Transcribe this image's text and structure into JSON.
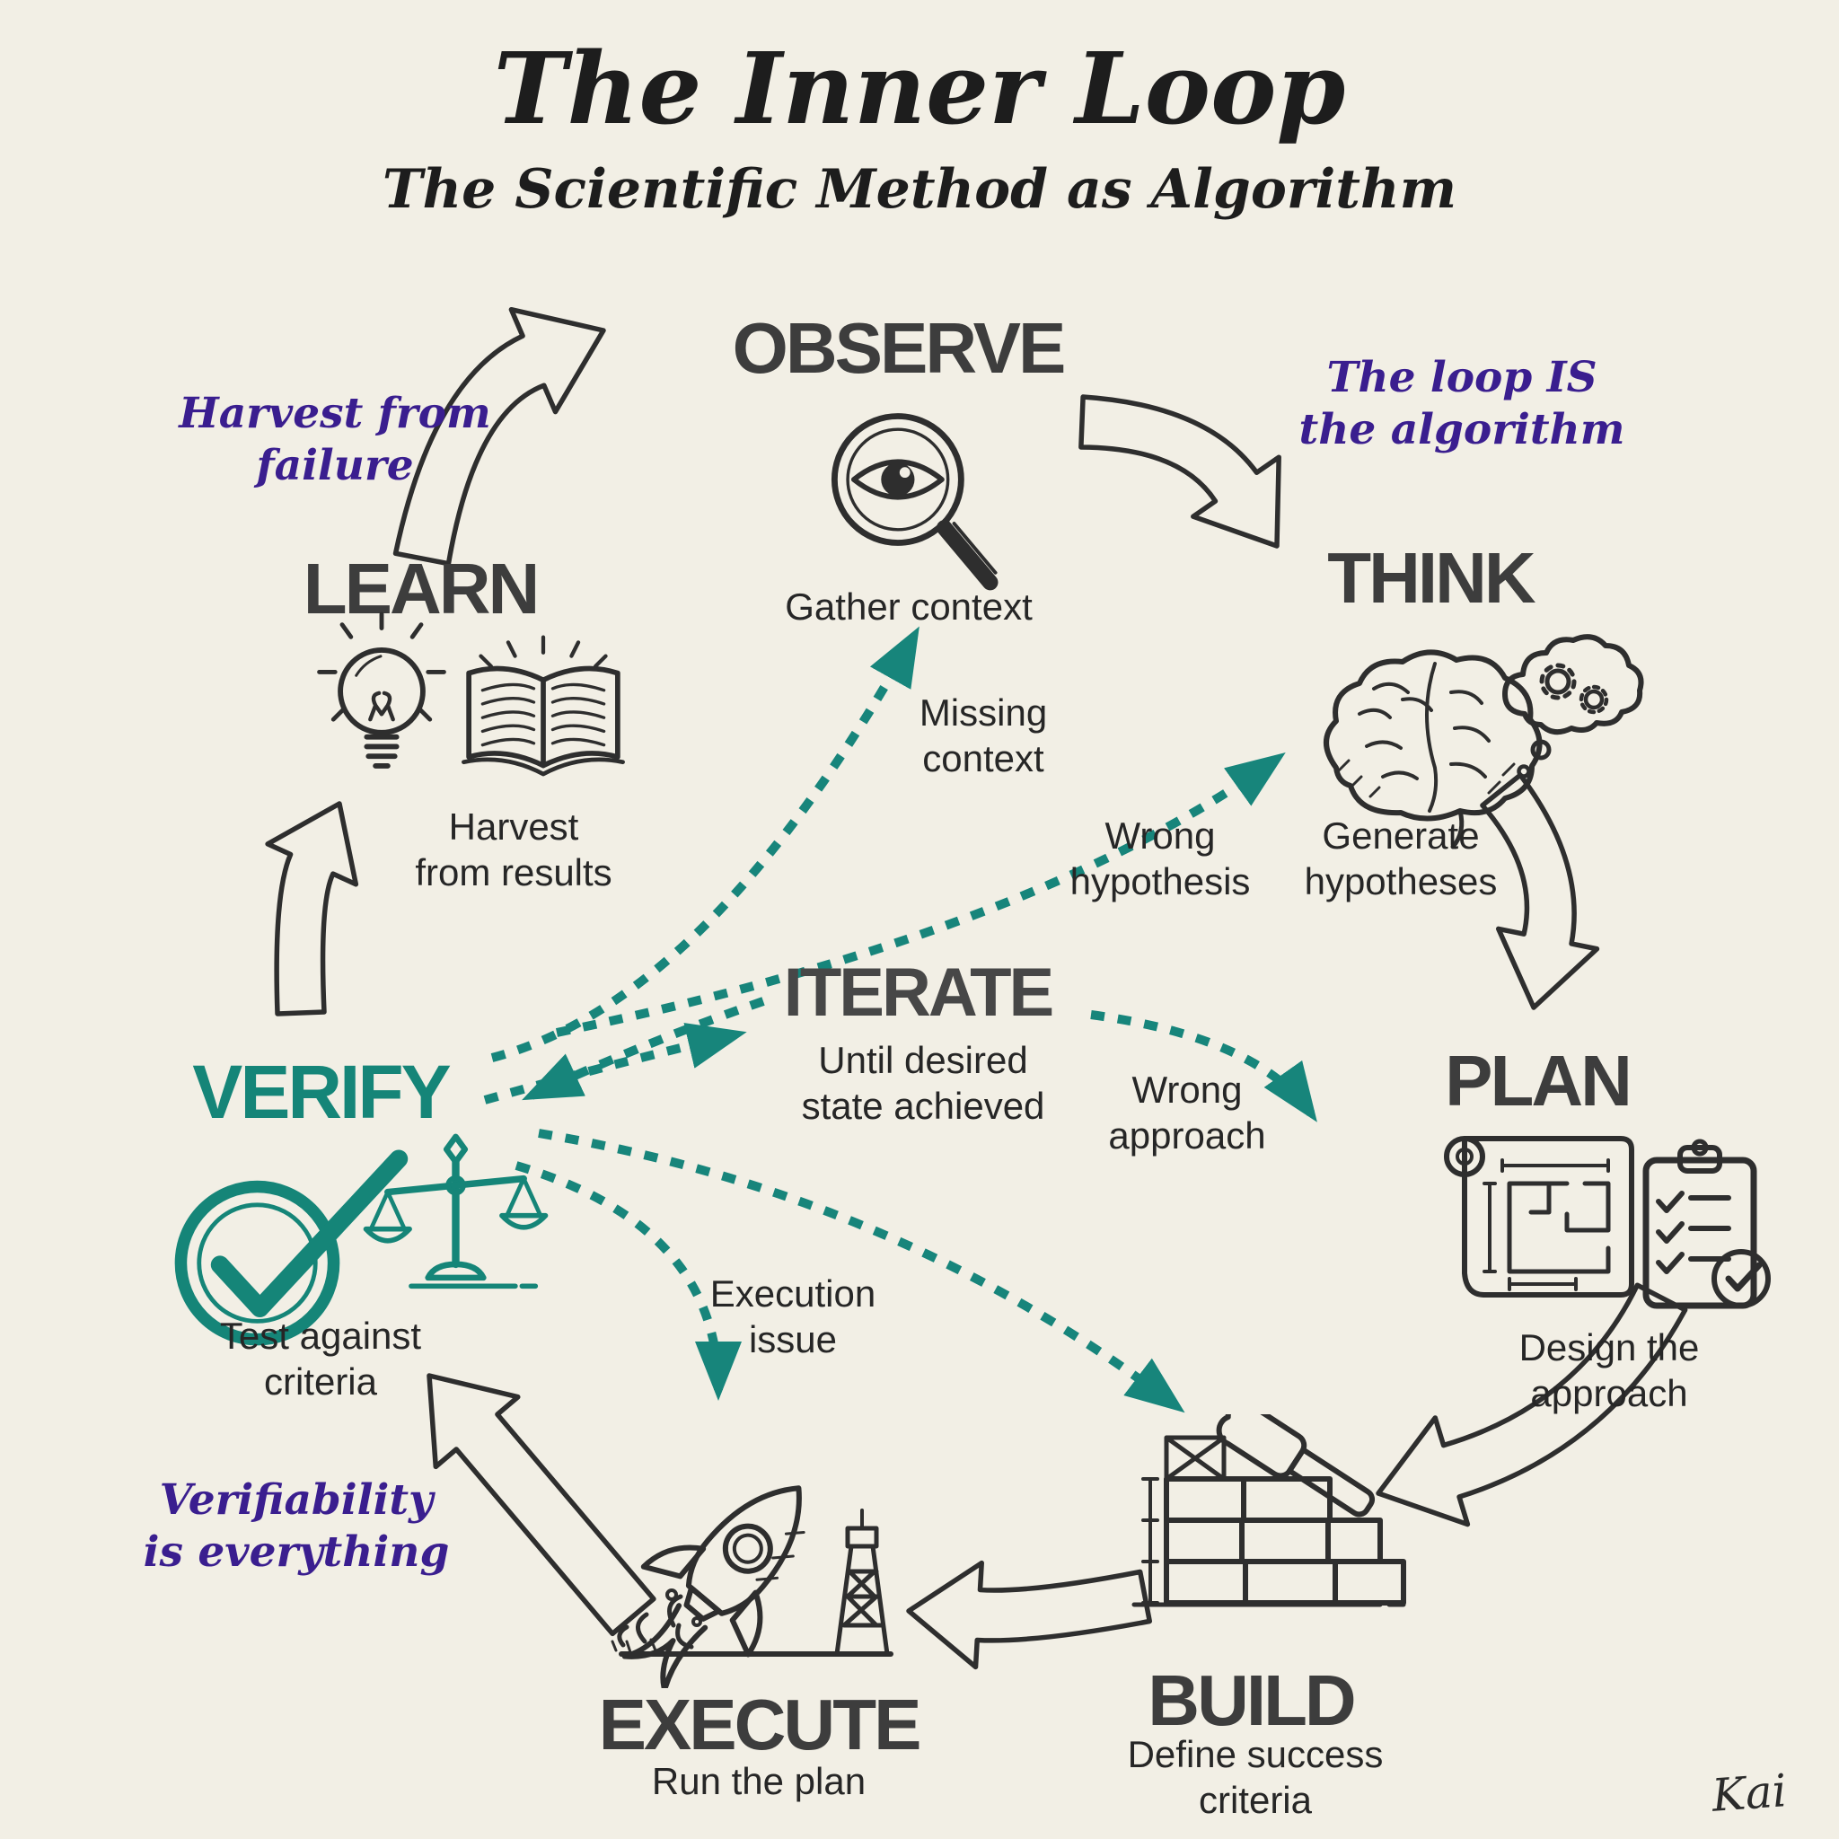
{
  "title": {
    "main": "The Inner Loop",
    "subtitle": "The Scientific Method as Algorithm"
  },
  "stages": {
    "observe": {
      "label": "OBSERVE",
      "caption": "Gather context",
      "icon": "magnifying-glass-eye-icon"
    },
    "think": {
      "label": "THINK",
      "caption": "Generate\nhypotheses",
      "icon": "brain-thought-gears-icon"
    },
    "plan": {
      "label": "PLAN",
      "caption": "Design the\napproach",
      "icon": "blueprint-checklist-icon"
    },
    "build": {
      "label": "BUILD",
      "caption": "Define success\ncriteria",
      "icon": "brick-wall-hammer-icon"
    },
    "execute": {
      "label": "EXECUTE",
      "caption": "Run the plan",
      "icon": "rocket-launch-icon"
    },
    "verify": {
      "label": "VERIFY",
      "caption": "Test against\ncriteria",
      "icon": "check-circle-icon + balance-scales-icon"
    },
    "learn": {
      "label": "LEARN",
      "caption": "Harvest\nfrom results",
      "icon": "lightbulb-icon + open-book-icon"
    },
    "iterate": {
      "label": "ITERATE",
      "caption": "Until desired\nstate achieved"
    }
  },
  "feedback_labels": {
    "missing_context": "Missing\ncontext",
    "wrong_hypothesis": "Wrong\nhypothesis",
    "wrong_approach": "Wrong\napproach",
    "execution_issue": "Execution\nissue"
  },
  "annotations": {
    "harvest_from_failure": "Harvest from\nfailure",
    "loop_is_algorithm": "The loop IS\nthe algorithm",
    "verifiability": "Verifiability\nis everything"
  },
  "signature": "Kai",
  "flow": {
    "main_sequence": [
      "OBSERVE",
      "THINK",
      "PLAN",
      "BUILD",
      "EXECUTE",
      "VERIFY",
      "LEARN"
    ],
    "center": "ITERATE",
    "feedback_paths": [
      {
        "from": "VERIFY",
        "to": "OBSERVE",
        "label": "Missing context"
      },
      {
        "from": "VERIFY",
        "to": "THINK",
        "label": "Wrong hypothesis"
      },
      {
        "from": "ITERATE",
        "to": "PLAN",
        "label": "Wrong approach"
      },
      {
        "from": "VERIFY",
        "to": "EXECUTE",
        "label": "Execution issue"
      },
      {
        "from": "VERIFY",
        "to": "BUILD",
        "label": ""
      },
      {
        "from": "VERIFY",
        "to": "ITERATE",
        "label": ""
      },
      {
        "from": "ITERATE",
        "to": "VERIFY",
        "label": ""
      }
    ]
  },
  "colors": {
    "background": "#f2efe5",
    "ink": "#2e2e2e",
    "teal": "#17857b",
    "purple": "#3a1e8f"
  }
}
